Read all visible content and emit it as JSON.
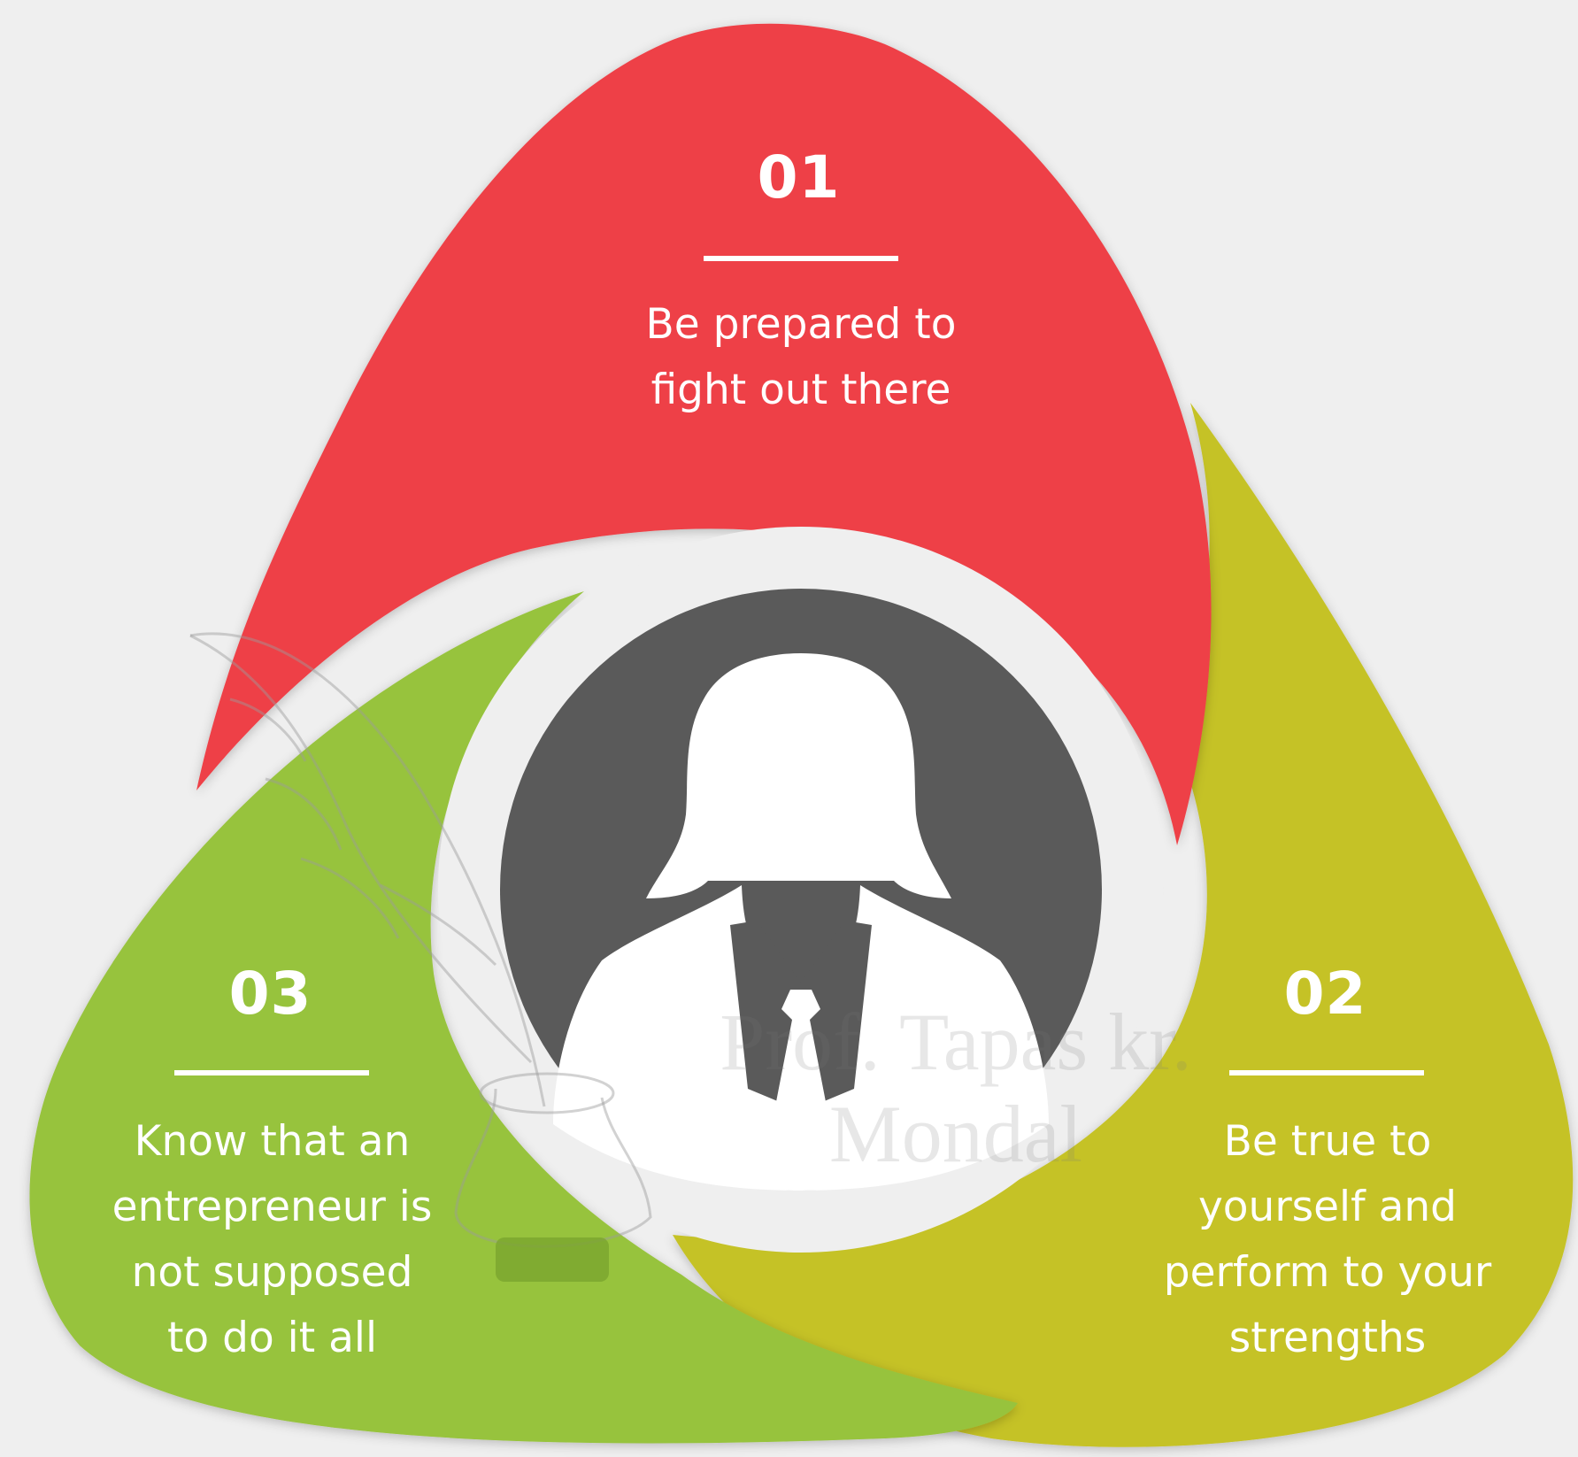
{
  "colors": {
    "background": "#efefef",
    "segment_01": "#ee4046",
    "segment_02": "#c5c226",
    "segment_03": "#97c33c",
    "center_circle": "#5a5a5a",
    "person": "#ffffff"
  },
  "items": [
    {
      "number": "01",
      "lines": [
        "Be prepared to",
        "fight out there"
      ]
    },
    {
      "number": "02",
      "lines": [
        "Be true to",
        "yourself and",
        "perform to your",
        "strengths"
      ]
    },
    {
      "number": "03",
      "lines": [
        "Know that an",
        "entrepreneur is",
        "not supposed",
        "to do it all"
      ]
    }
  ],
  "watermark": {
    "line1": "Prof. Tapas kr.",
    "line2": "Mondal"
  },
  "icons": {
    "center": "businesswoman-icon",
    "watermark_logo": "quill-inkpot-icon"
  }
}
